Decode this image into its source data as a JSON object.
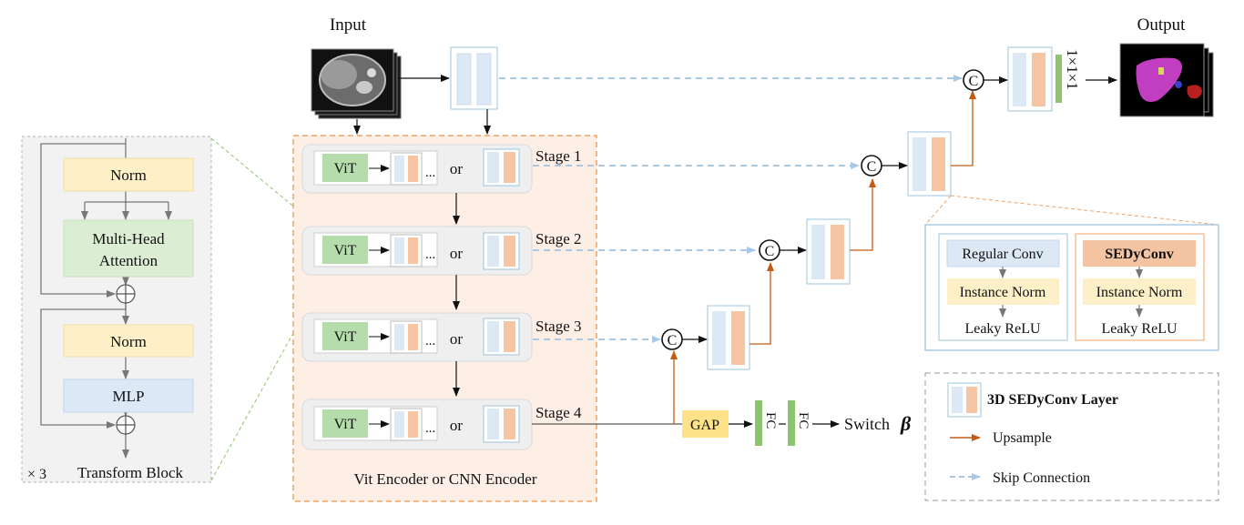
{
  "labels": {
    "input": "Input",
    "output": "Output",
    "vit": "ViT",
    "or": "or",
    "ellipsis": "...",
    "stage1": "Stage 1",
    "stage2": "Stage 2",
    "stage3": "Stage 3",
    "stage4": "Stage 4",
    "encoder_caption": "Vit Encoder or CNN Encoder",
    "concat": "C",
    "gap": "GAP",
    "fc": "FC",
    "switch": "Switch",
    "beta": "β",
    "kernel_1x1x1": "1×1×1"
  },
  "transform_block": {
    "norm_top": "Norm",
    "attention_line1": "Multi-Head",
    "attention_line2": "Attention",
    "norm_bottom": "Norm",
    "mlp": "MLP",
    "repeat": "× 3",
    "caption": "Transform Block"
  },
  "conv_detail": {
    "regular": {
      "conv": "Regular Conv",
      "norm": "Instance Norm",
      "act": "Leaky ReLU"
    },
    "sedy": {
      "conv": "SEDyConv",
      "norm": "Instance Norm",
      "act": "Leaky ReLU"
    }
  },
  "legend": {
    "layer": "3D SEDyConv Layer",
    "upsample": "Upsample",
    "skip": "Skip Connection"
  },
  "colors": {
    "norm_fill": "#fdf0c9",
    "attention_fill": "#dbeed3",
    "mlp_fill": "#dce8f5",
    "vit_fill": "#b5dcab",
    "encoder_fill": "#fdefe6",
    "encoder_border": "#f0a264",
    "layer_blue": "#dde8f5",
    "layer_orange": "#f6c6a4",
    "layer_border": "#9dc4dc",
    "upsample_arrow": "#c55a11",
    "skip_arrow": "#a7c8e6",
    "fc_green": "#8cc56e",
    "gap_fill": "#fde28a",
    "sedy_fill": "#f4c3a1",
    "stage_fill": "#efefef"
  }
}
